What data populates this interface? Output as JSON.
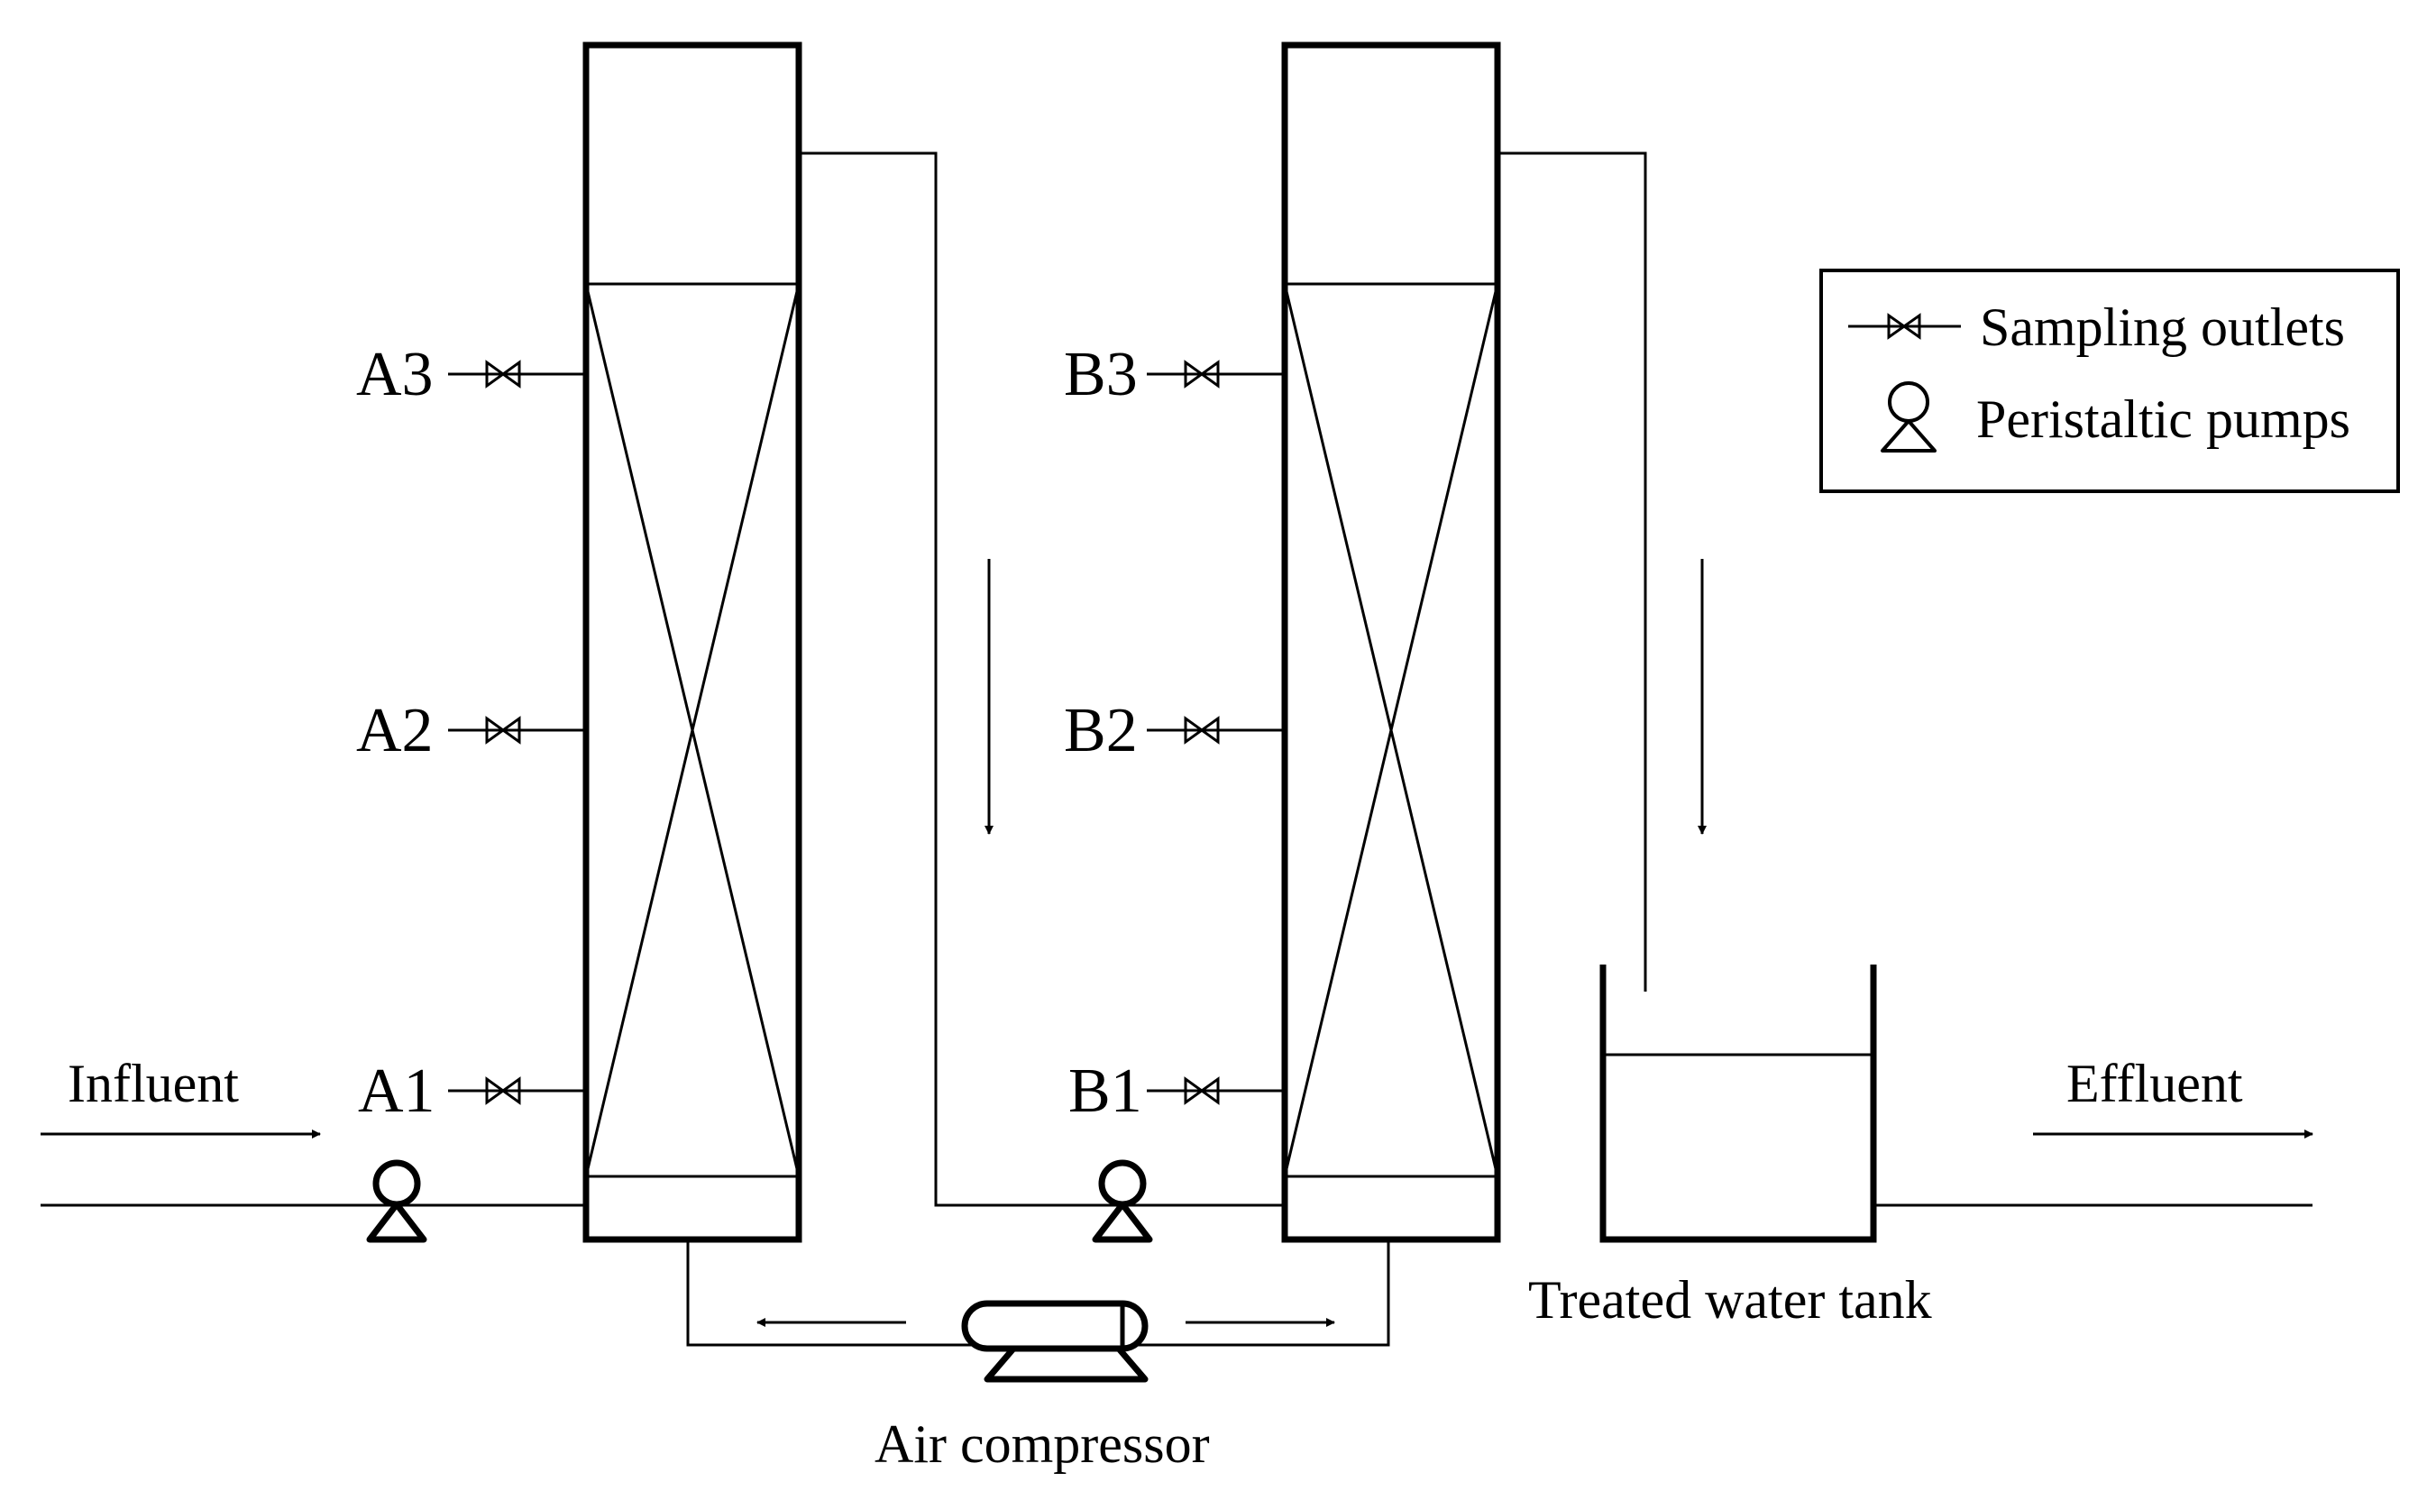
{
  "diagram": {
    "sampling_labels": {
      "a3": "A3",
      "a2": "A2",
      "a1": "A1",
      "b3": "B3",
      "b2": "B2",
      "b1": "B1"
    },
    "flow_labels": {
      "influent": "Influent",
      "effluent": "Effluent"
    },
    "equipment_labels": {
      "treated_water_tank": "Treated water tank",
      "air_compressor": "Air compressor"
    },
    "legend": {
      "sampling_outlets": "Sampling outlets",
      "peristaltic_pumps": "Peristaltic pumps"
    }
  },
  "icons": [
    "valve-icon",
    "pump-icon",
    "arrow-icon",
    "compressor-icon"
  ]
}
